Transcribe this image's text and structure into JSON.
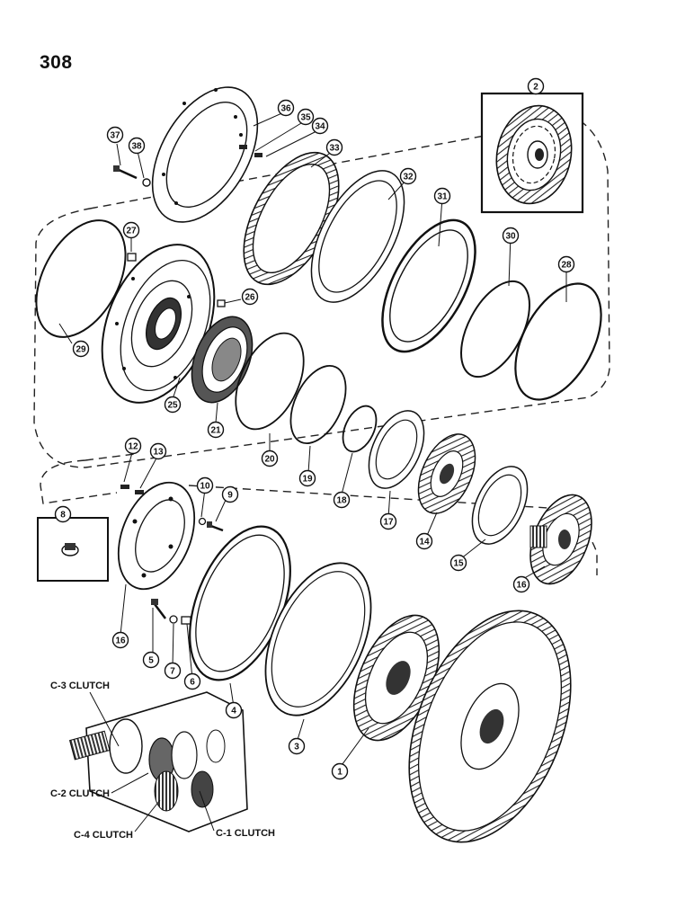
{
  "page_number": "308",
  "callouts": [
    "1",
    "2",
    "3",
    "4",
    "5",
    "6",
    "7",
    "8",
    "9",
    "10",
    "12",
    "13",
    "14",
    "15",
    "16",
    "16",
    "17",
    "18",
    "19",
    "20",
    "21",
    "25",
    "26",
    "27",
    "28",
    "29",
    "30",
    "31",
    "32",
    "33",
    "34",
    "35",
    "36",
    "37",
    "38"
  ],
  "clutch_labels": {
    "c3": "C-3 CLUTCH",
    "c2": "C-2 CLUTCH",
    "c4": "C-4 CLUTCH",
    "c1": "C-1 CLUTCH"
  }
}
